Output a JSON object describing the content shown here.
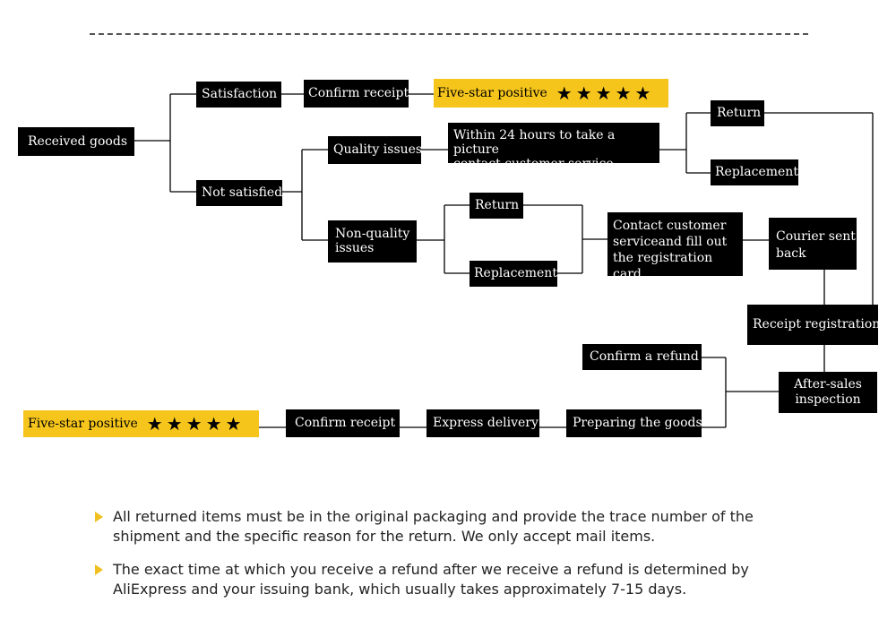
{
  "boxes": {
    "received_goods": "Received goods",
    "satisfaction": "Satisfaction",
    "confirm_receipt_top": "Confirm receipt",
    "five_star_top": "Five-star positive",
    "not_satisfied": "Not satisfied",
    "quality_issues": "Quality issues",
    "within_24": [
      "Within 24 hours to take a picture",
      "contact customer service"
    ],
    "return_top": "Return",
    "replacement_top": "Replacement",
    "non_quality": [
      "Non-quality",
      "issues"
    ],
    "return_mid": "Return",
    "replacement_mid": "Replacement",
    "contact_cs": [
      "Contact customer",
      "serviceand fill out",
      "the registration card"
    ],
    "courier": [
      "Courier sent",
      "back"
    ],
    "receipt_registration": "Receipt registration",
    "confirm_refund": "Confirm a refund",
    "after_sales": [
      "After-sales",
      "inspection"
    ],
    "preparing_goods": "Preparing the goods",
    "express_delivery": "Express delivery",
    "confirm_receipt_bottom": "Confirm receipt",
    "five_star_bottom": "Five-star positive"
  },
  "stars": {
    "count": 5,
    "glyph": "★"
  },
  "notes": [
    "All returned items must be in the original packaging and provide the trace number of the shipment and the specific reason for the return. We only accept mail items.",
    "The exact time at which you receive a refund after we receive a refund is determined by AliExpress and your issuing bank, which usually takes approximately 7-15 days."
  ],
  "colors": {
    "box": "#000000",
    "highlight": "#f5c51c",
    "bullet": "#f0c020"
  }
}
